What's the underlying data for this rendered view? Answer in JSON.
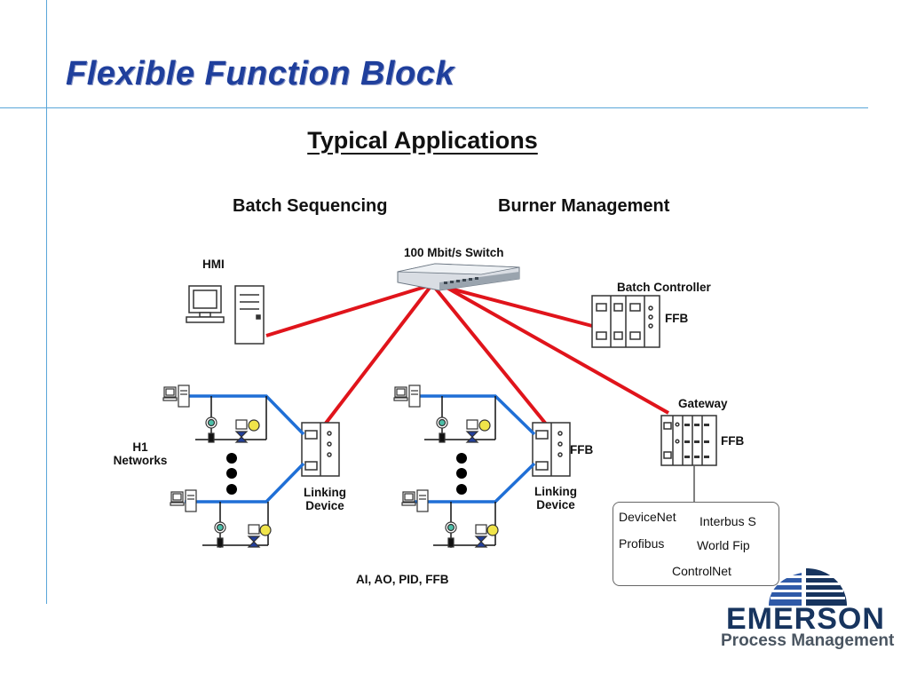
{
  "slide": {
    "title": "Flexible Function Block",
    "subtitle": "Typical Applications",
    "applications": [
      "Batch Sequencing",
      "Burner Management"
    ]
  },
  "diagram": {
    "switch_label": "100 Mbit/s Switch",
    "hmi_label": "HMI",
    "batch_controller_label": "Batch Controller",
    "batch_controller_block": "FFB",
    "gateway_label": "Gateway",
    "gateway_block": "FFB",
    "h1_label_line1": "H1",
    "h1_label_line2": "Networks",
    "linking_device_left_line1": "Linking",
    "linking_device_left_line2": "Device",
    "linking_device_right_line1": "Linking",
    "linking_device_right_line2": "Device",
    "linking_device_right_block": "FFB",
    "function_blocks": "AI, AO, PID, FFB",
    "protocols": [
      "DeviceNet",
      "Interbus S",
      "Profibus",
      "World Fip",
      "ControlNet"
    ]
  },
  "branding": {
    "logo_word": "EMERSON",
    "logo_sub": "Process Management",
    "colors": {
      "title_blue": "#1f3f9c",
      "ethernet_red": "#e0141b",
      "fieldbus_blue": "#1f6fd6",
      "logo_navy": "#17345e"
    },
    "logo_icon": "emerson-globe-icon"
  }
}
